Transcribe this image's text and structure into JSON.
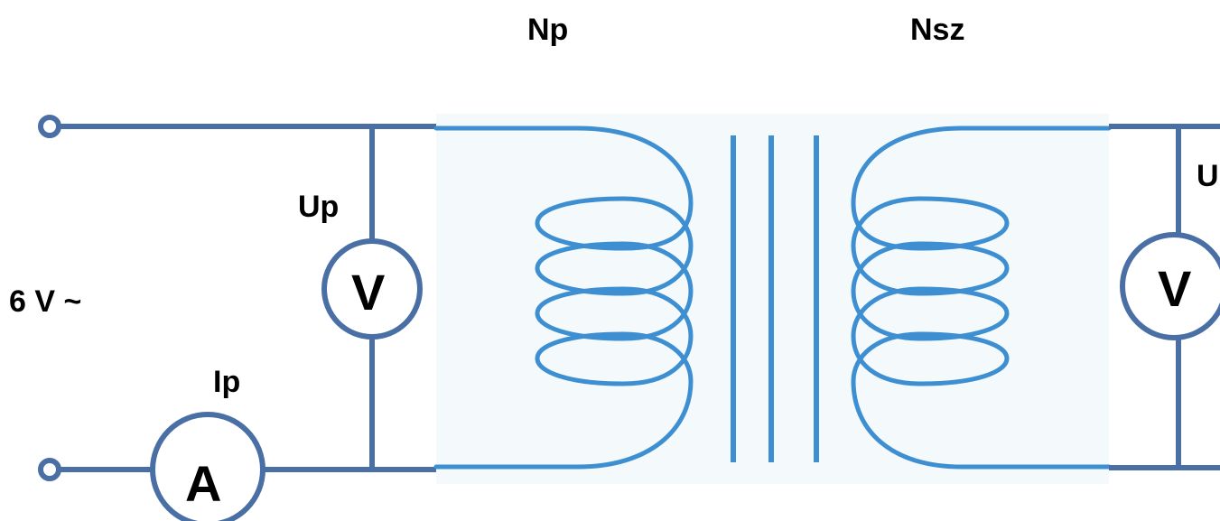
{
  "labels": {
    "primary_turns": "Np",
    "secondary_turns": "Nsz",
    "primary_voltage": "Up",
    "secondary_voltage": "U",
    "source": "6 V ~",
    "primary_current": "Ip"
  },
  "meters": {
    "primary_voltmeter": "V",
    "secondary_voltmeter": "V",
    "ammeter": "A"
  },
  "colors": {
    "wire": "#4a6fa5",
    "coil": "#3d8fd1",
    "core": "#3d8fd1",
    "transformer_bg": "#f4f9fc"
  },
  "icons": {
    "terminal": "open-circle-terminal",
    "voltmeter": "voltmeter-symbol",
    "ammeter": "ammeter-symbol",
    "primary_coil": "coil-winding",
    "secondary_coil": "coil-winding",
    "core": "iron-core-bars"
  }
}
